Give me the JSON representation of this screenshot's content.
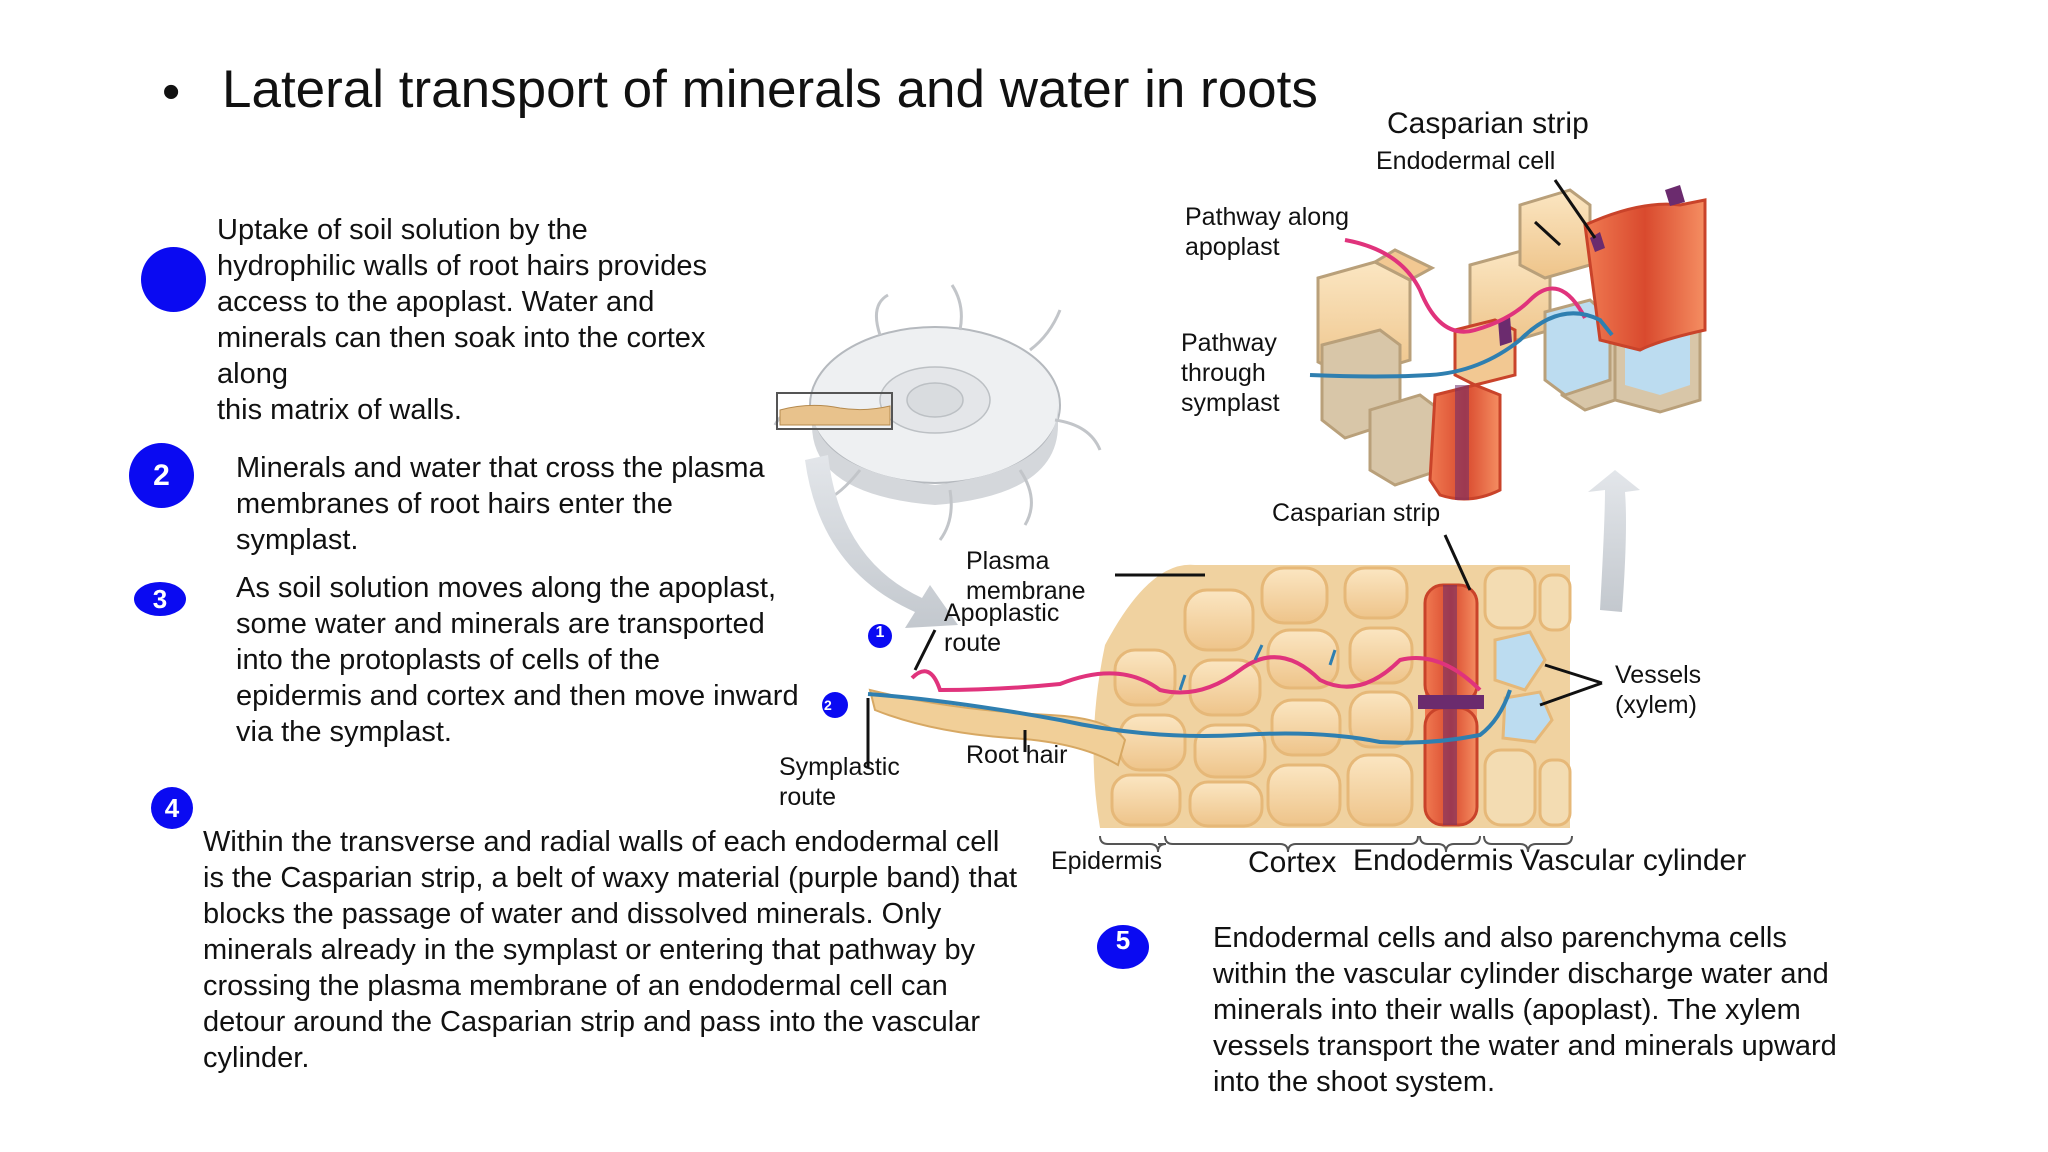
{
  "slide": {
    "bullet": "•",
    "title": "Lateral transport of minerals and water in roots"
  },
  "steps": [
    {
      "number": "",
      "text": " Uptake of soil solution by the\nhydrophilic walls of root hairs  provides\naccess to the apoplast. Water and\nminerals can then  soak into the cortex\nalong\nthis matrix of walls."
    },
    {
      "number": "2",
      "text": "Minerals and water that cross  the plasma\nmembranes of root hairs enter the\nsymplast."
    },
    {
      "number": "3",
      "text": "As soil solution moves along  the apoplast,\nsome water and  minerals are transported\ninto  the protoplasts of cells of the\nepidermis and cortex and then move inward\nvia the symplast."
    },
    {
      "number": "4",
      "text": " Within the transverse  and radial walls of each endodermal  cell\nis  the Casparian strip, a belt of waxy material (purple band) that\nblocks the passage of water and dissolved minerals.  Only\nminerals  already in the symplast or entering that pathway by\ncrossing the plasma  membrane of an endodermal cell can\ndetour around the Casparian  strip and pass into the vascular\ncylinder."
    },
    {
      "number": "5",
      "text": "Endodermal cells and also parenchyma cells\nwithin the vascular cylinder discharge  water  and\nminerals into their walls (apoplast). The  xylem\nvessels transport the water and minerals upward\ninto the shoot system."
    }
  ],
  "diagram_labels": {
    "casparian_strip_top": "Casparian strip",
    "endodermal_cell": "Endodermal cell",
    "pathway_apoplast": "Pathway along\napoplast",
    "pathway_symplast": "Pathway\nthrough\nsymplast",
    "casparian_strip_mid": "Casparian strip",
    "plasma_membrane": "Plasma\n     membrane",
    "apoplastic_route": "Apoplastic\nroute",
    "vessels": "Vessels\n(xylem)",
    "root_hair": "Root  hair",
    "symplastic_route": "Symplastic\nroute",
    "epidermis": "Epidermis",
    "cortex": "Cortex",
    "endodermis": "Endodermis",
    "vascular_cylinder": "Vascular cylinder",
    "marker_1": "1",
    "marker_2": "2"
  },
  "colors": {
    "step_dot": "#0a0af2",
    "cell_fill": "#f6d9a6",
    "cell_wall": "#e9bd7a",
    "endodermis_red": "#e2583a",
    "casparian_purple": "#6b2b6e",
    "apoplast_path": "#e0337c",
    "symplast_path": "#2f7fb0",
    "xylem_blue": "#bcdcf0",
    "arrow_gray": "#cfd3d8"
  }
}
